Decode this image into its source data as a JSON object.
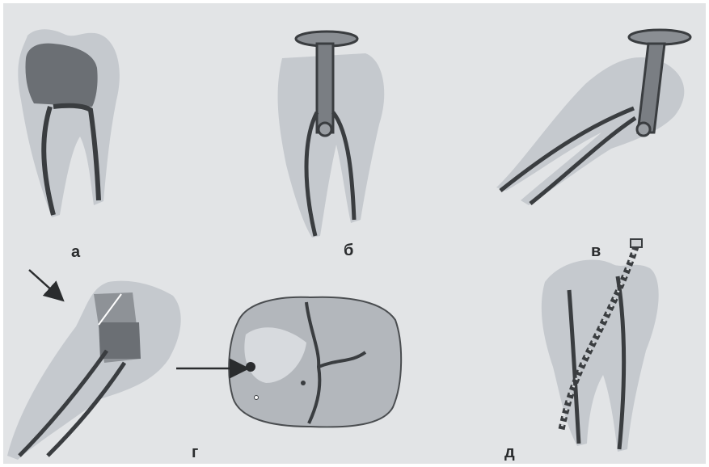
{
  "figure": {
    "background": "#e2e4e6",
    "tooth_fill": "#c5c9ce",
    "canal_color": "#3a3d40",
    "labels": {
      "a": "а",
      "b": "б",
      "v": "в",
      "g": "г",
      "d": "д"
    }
  }
}
